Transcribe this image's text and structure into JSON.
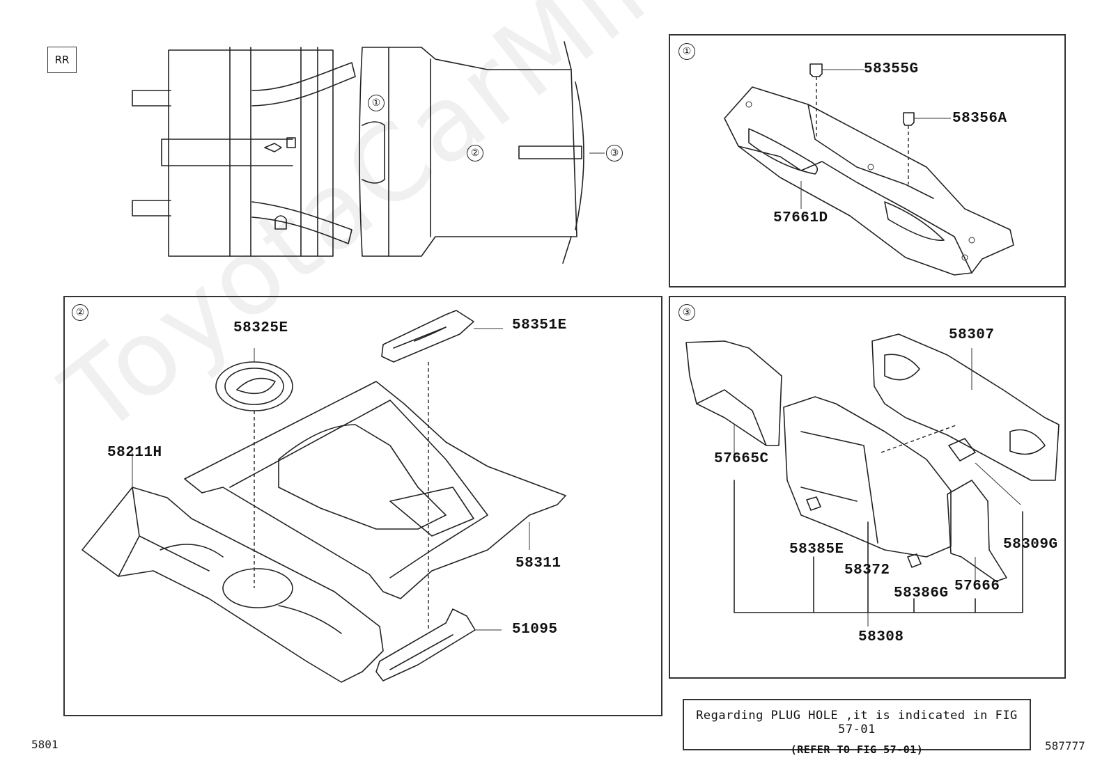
{
  "watermark": "ToyotaCarMine.ru",
  "overview": {
    "rr_label": "RR",
    "callouts": [
      "①",
      "②",
      "③"
    ]
  },
  "panels": [
    {
      "marker": "①",
      "parts": [
        "58355G",
        "58356A",
        "57661D"
      ]
    },
    {
      "marker": "②",
      "parts": [
        "58325E",
        "58351E",
        "58211H",
        "58311",
        "51095"
      ]
    },
    {
      "marker": "③",
      "parts": [
        "58307",
        "57665C",
        "58385E",
        "58372",
        "58386G",
        "57666",
        "58309G",
        "58308"
      ]
    }
  ],
  "note": {
    "line1": "Regarding PLUG HOLE ,it is indicated in FIG 57-01",
    "line2": "(REFER TO FIG 57-01)"
  },
  "footer": {
    "left_code": "5801",
    "right_code": "587777"
  }
}
